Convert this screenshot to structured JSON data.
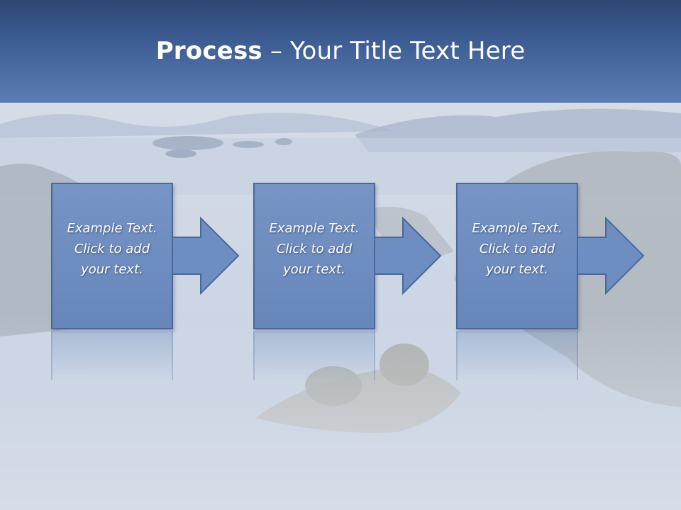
{
  "title": {
    "bold": "Process",
    "rest": " – Your Title Text Here"
  },
  "steps": [
    {
      "line1": "Example Text.",
      "line2": "Click  to add",
      "line3": "your text."
    },
    {
      "line1": "Example Text.",
      "line2": "Click  to add",
      "line3": "your text."
    },
    {
      "line1": "Example Text.",
      "line2": "Click  to add",
      "line3": "your text."
    }
  ],
  "colors": {
    "title_bar_top": "#2d4775",
    "title_bar_bottom": "#5c7db5",
    "box_fill": "#7694c4",
    "box_border": "#4c6798",
    "background": "#c9d3e1"
  },
  "icons": [
    "right-arrow-icon"
  ]
}
